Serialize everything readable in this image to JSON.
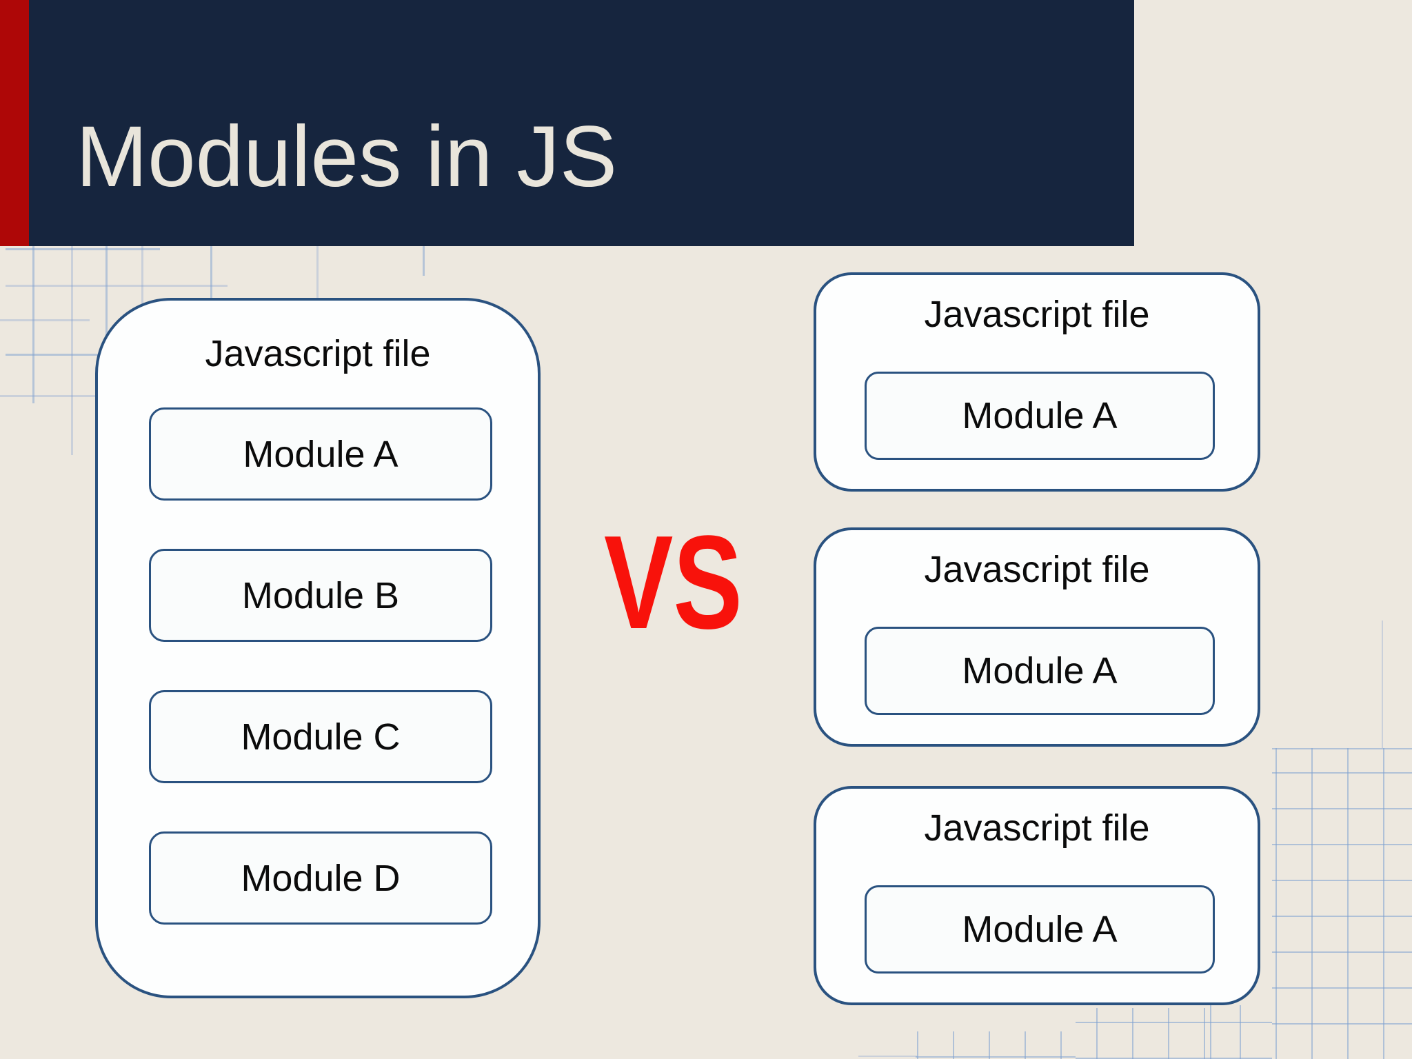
{
  "slide": {
    "title": "Modules in JS",
    "vs_label": "VS",
    "left_file": {
      "label": "Javascript file",
      "modules": [
        "Module A",
        "Module B",
        "Module C",
        "Module D"
      ]
    },
    "right_files": [
      {
        "label": "Javascript file",
        "module": "Module A"
      },
      {
        "label": "Javascript file",
        "module": "Module A"
      },
      {
        "label": "Javascript file",
        "module": "Module A"
      }
    ],
    "colors": {
      "header_navy": "#16253E",
      "accent_red": "#AE0707",
      "vs_red": "#F8120B",
      "background": "#EDE8DF",
      "box_border": "#2A5280",
      "container_fill": "#FDFEFE",
      "module_fill": "#FAFCFC",
      "title_text": "#E9E5DB",
      "label_text": "#0B0B0B",
      "grid_blue": "#7EA0D0"
    }
  }
}
